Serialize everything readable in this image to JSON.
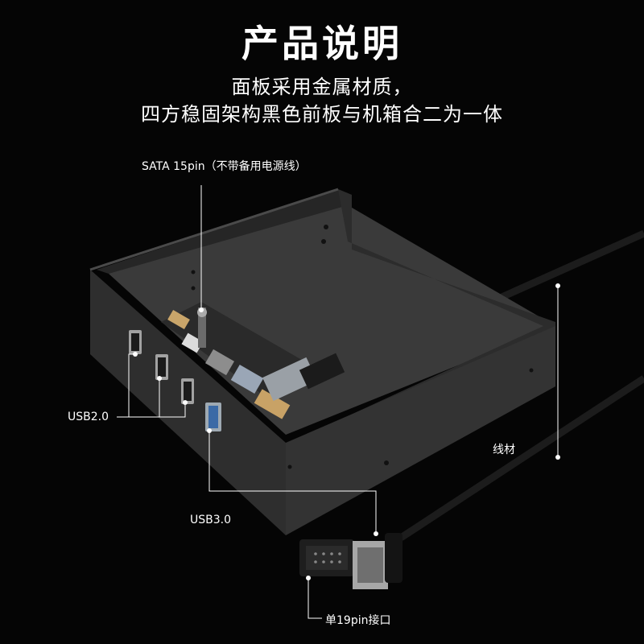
{
  "header": {
    "title": "产品说明",
    "line1": "面板采用金属材质，",
    "line2": "四方稳固架构黑色前板与机箱合二为一体"
  },
  "callouts": {
    "sata": "SATA 15pin（不带备用电源线）",
    "usb2": "USB2.0",
    "usb3": "USB3.0",
    "cable": "线材",
    "connector": "单19pin接口"
  }
}
